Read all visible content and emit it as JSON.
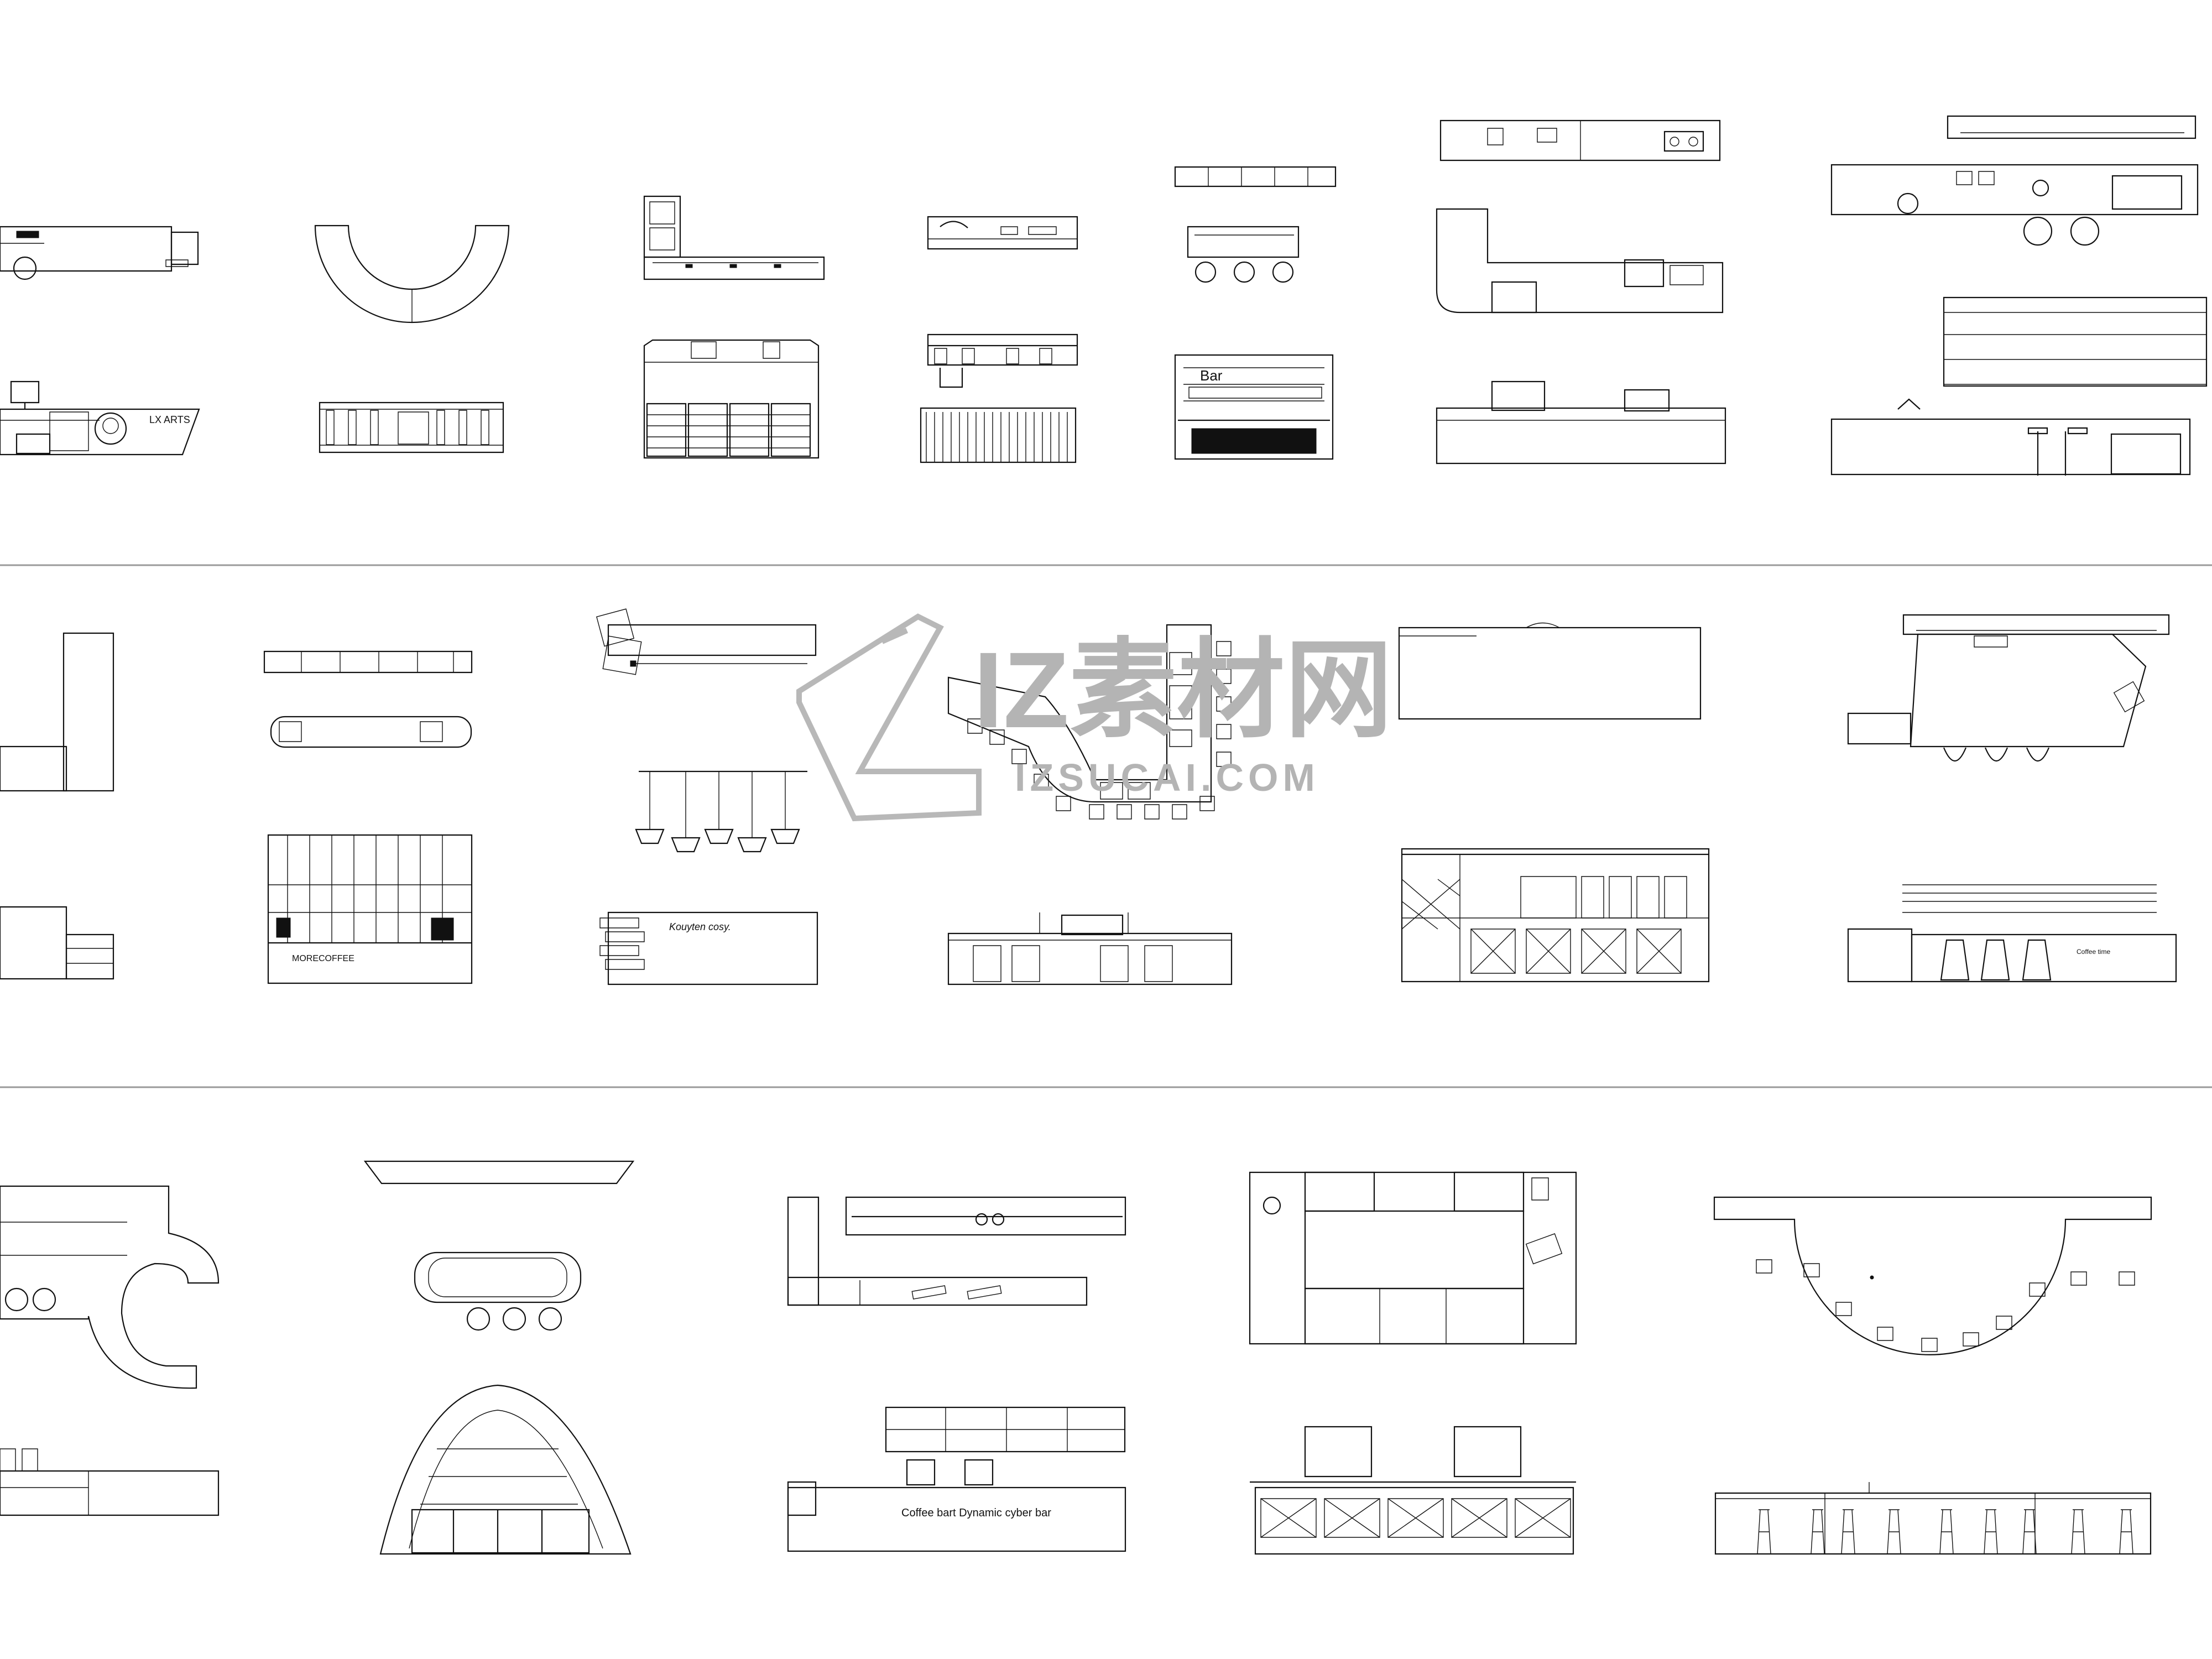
{
  "drawing_labels": {
    "lx_arts": "LX ARTS",
    "bar": "Bar",
    "morecoffee": "MORECOFFEE",
    "coffee_time": "Coffee time",
    "cyber_bar": "Coffee  bart Dynamic cyber bar",
    "script_sign": "Kouyten cosy."
  },
  "watermark": {
    "brand_cn": "IZ素材网",
    "domain": "IZSUCAI.COM"
  }
}
